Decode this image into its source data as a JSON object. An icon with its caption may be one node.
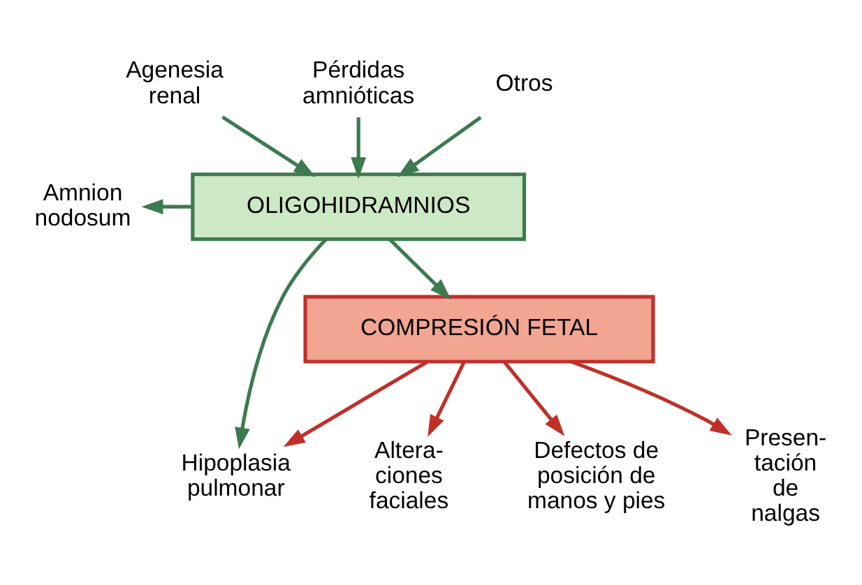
{
  "diagram": {
    "nodes": [
      {
        "text": [
          "Agenesia renal"
        ]
      },
      {
        "text": [
          "Pérdidas amnióticas"
        ]
      },
      {
        "text": [
          "Otros"
        ]
      },
      {
        "text": [
          "OLIGOHIDRAMNIOS"
        ]
      },
      {
        "text": [
          "Amnion nodosum"
        ]
      },
      {
        "text": [
          "COMPRESIÓN FETAL"
        ]
      },
      {
        "text": [
          "Hipoplasia pulmonar"
        ]
      },
      {
        "text": [
          "Altera- ciones faciales"
        ]
      },
      {
        "text": [
          "Defectos de posición de manos y pies"
        ]
      },
      {
        "text": [
          "Presen- tación de nalgas"
        ]
      }
    ],
    "edges": [
      {
        "from": 0,
        "to": 3,
        "arrow": "to"
      },
      {
        "from": 1,
        "to": 3,
        "arrow": "to"
      },
      {
        "from": 2,
        "to": 3,
        "arrow": "to"
      },
      {
        "from": 3,
        "to": 4,
        "arrow": "to"
      },
      {
        "from": 3,
        "to": 6,
        "arrow": "to"
      },
      {
        "from": 3,
        "to": 5,
        "arrow": "to"
      },
      {
        "from": 5,
        "to": 6,
        "arrow": "to",
        "color": "#c0302a"
      },
      {
        "from": 5,
        "to": 7,
        "arrow": "to",
        "color": "#c0302a"
      },
      {
        "from": 5,
        "to": 8,
        "arrow": "to",
        "color": "#c0302a"
      },
      {
        "from": 5,
        "to": 9,
        "arrow": "to",
        "color": "#c0302a"
      }
    ]
  }
}
